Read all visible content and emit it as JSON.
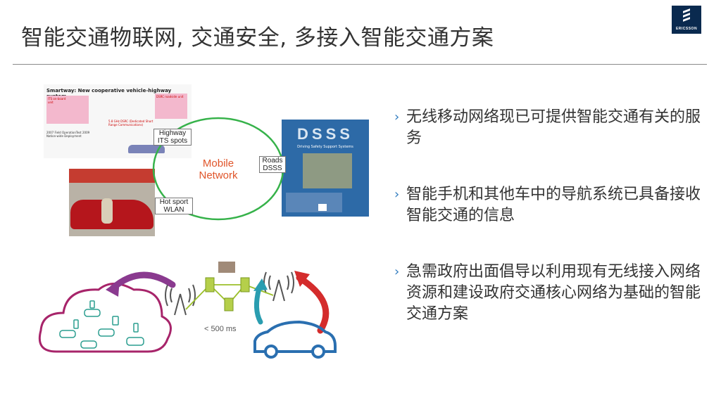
{
  "title": "智能交通物联网, 交通安全, 多接入智能交通方案",
  "logo": {
    "word": "ERICSSON",
    "bg": "#0a2a4f"
  },
  "bullets": [
    "无线移动网络现已可提供智能交通有关的服务",
    "智能手机和其他车中的导航系统已具备接收智能交通的信息",
    "急需政府出面倡导以利用现有无线接入网络资源和建设政府交通核心网络为基础的智能交通方案"
  ],
  "bullet_marker": "›",
  "diagram": {
    "smartway": {
      "title": "Smartway: New cooperative vehicle-highway system",
      "onboard": "ITS on-board unit",
      "roadside": "DSRC roadside unit",
      "dsrc": "5.8 GHz DSRC (Dedicated Short Range Communications)",
      "timeline": "2007 Field OperationTest 2009 Nation-wide Deployment"
    },
    "labels": {
      "highway": "Highway ITS spots",
      "roads": "Roads DSSS",
      "hotspot": "Hot sport WLAN",
      "network": "Mobile Network"
    },
    "dsss": {
      "title": "DSSS",
      "subtitle": "Driving Safety Support Systems"
    },
    "latency": "< 500 ms"
  },
  "colors": {
    "arrow": "#2f7bbf",
    "network_text": "#e0552a",
    "ring": "#36b24a"
  }
}
